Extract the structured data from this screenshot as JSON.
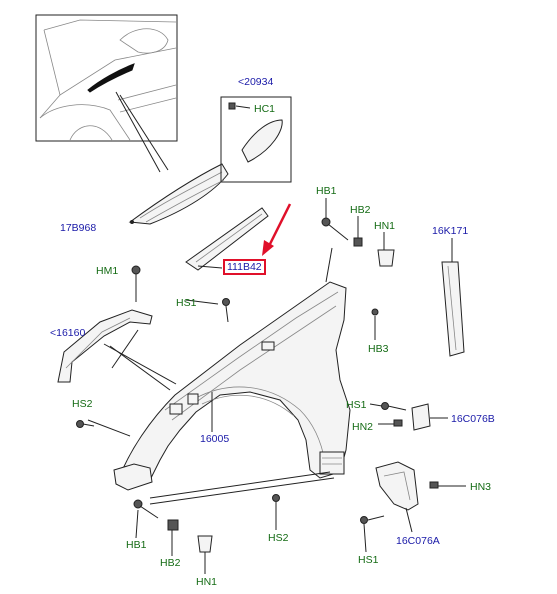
{
  "accent_color": "#e0102a",
  "label_colors": {
    "part_number": "#1a1aa8",
    "fastener": "#146b14"
  },
  "labels": {
    "l20934": "<20934",
    "hc1": "HC1",
    "l17b968": "17B968",
    "hb1_top": "HB1",
    "hb2_top": "HB2",
    "hn1_top": "HN1",
    "l16k171": "16K171",
    "l111b42": "111B42",
    "hm1": "HM1",
    "hs1_top": "HS1",
    "l16160": "<16160",
    "hb3": "HB3",
    "hs2_left": "HS2",
    "hs1_mid": "HS1",
    "l16c076b": "16C076B",
    "hn2": "HN2",
    "l16005": "16005",
    "hn3": "HN3",
    "hb1_bottom": "HB1",
    "hs2_bottom": "HS2",
    "l16c076a": "16C076A",
    "hb2_bottom": "HB2",
    "hs1_bottom": "HS1",
    "hn1_bottom": "HN1"
  }
}
